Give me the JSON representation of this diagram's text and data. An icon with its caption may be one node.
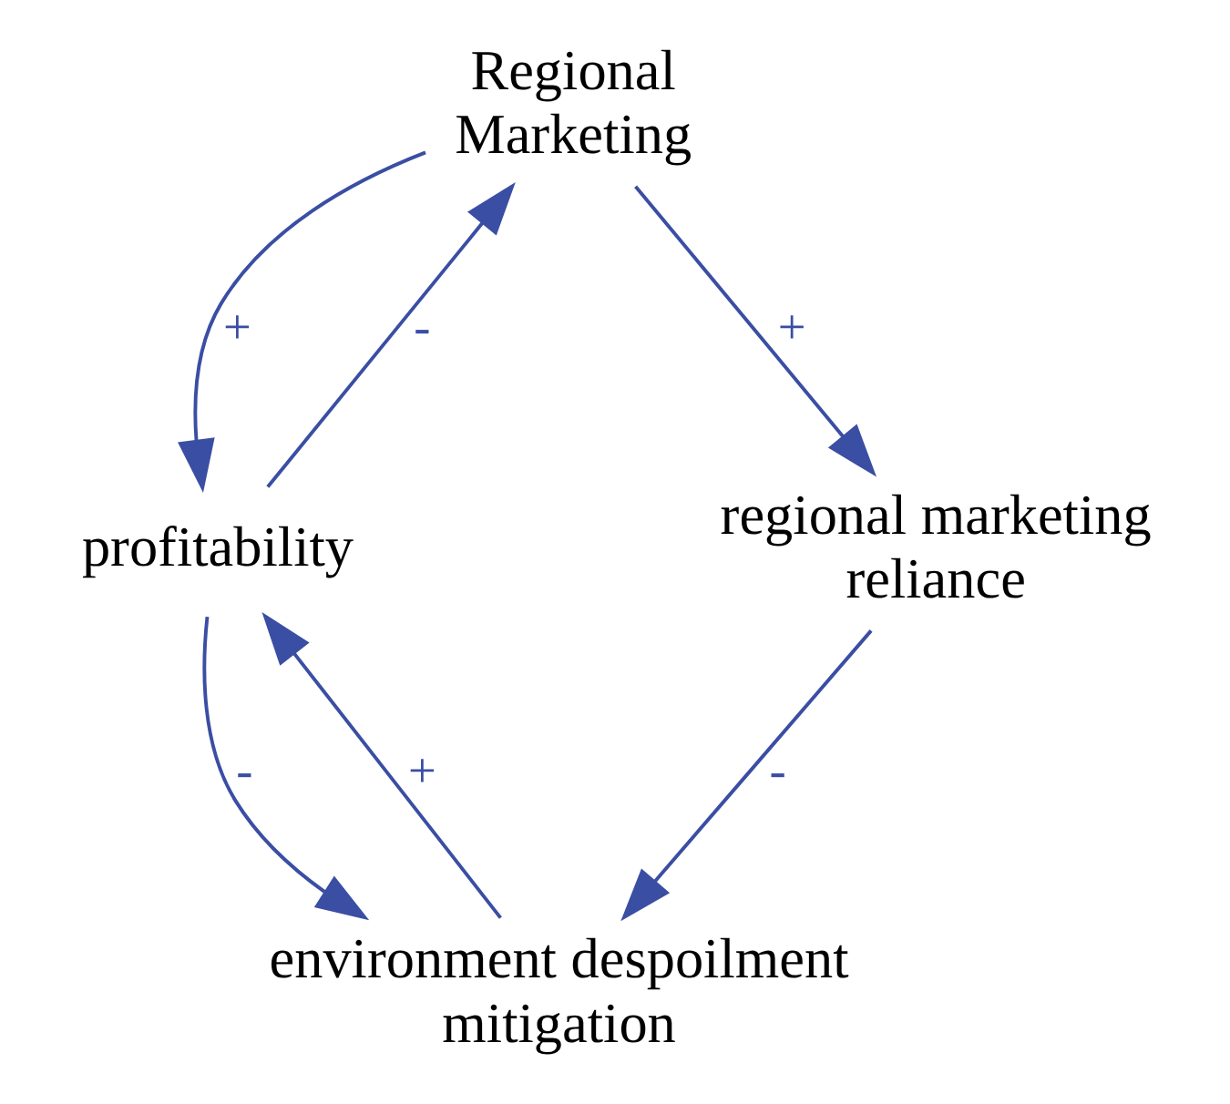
{
  "diagram": {
    "nodes": [
      {
        "text": [
          "Regional Marketing"
        ]
      },
      {
        "text": [
          "profitability"
        ]
      },
      {
        "text": [
          "regional marketing reliance"
        ]
      },
      {
        "text": [
          "environment despoilment mitigation"
        ]
      }
    ],
    "edges": [
      {
        "from": 0,
        "to": 1,
        "arrow": "to",
        "label": "+"
      },
      {
        "from": 1,
        "to": 0,
        "arrow": "to",
        "label": "-"
      },
      {
        "from": 0,
        "to": 2,
        "arrow": "to",
        "label": "+"
      },
      {
        "from": 1,
        "to": 3,
        "arrow": "to",
        "label": "-"
      },
      {
        "from": 3,
        "to": 1,
        "arrow": "to",
        "label": "+"
      },
      {
        "from": 2,
        "to": 3,
        "arrow": "to",
        "label": "-"
      }
    ]
  }
}
